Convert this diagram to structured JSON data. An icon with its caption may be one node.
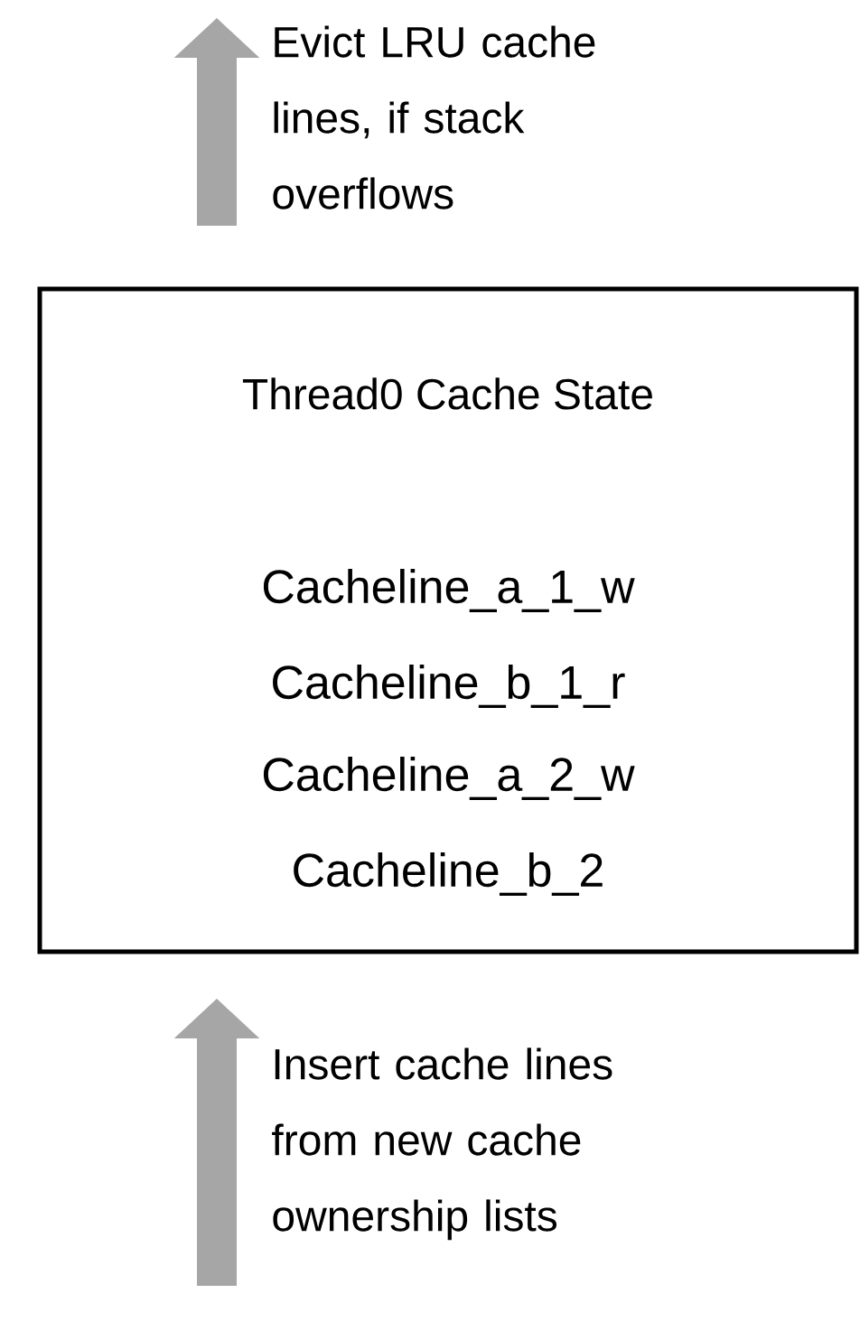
{
  "diagram": {
    "nodes": [
      {
        "text": [
          "Thread0 Cache State",
          "Cacheline_a_1_w",
          "Cacheline_b_1_r",
          "Cacheline_a_2_w",
          "Cacheline_b_2"
        ]
      }
    ],
    "labels": [
      "Evict LRU cache lines, if stack overflows",
      "Insert cache lines from new cache ownership lists"
    ]
  }
}
